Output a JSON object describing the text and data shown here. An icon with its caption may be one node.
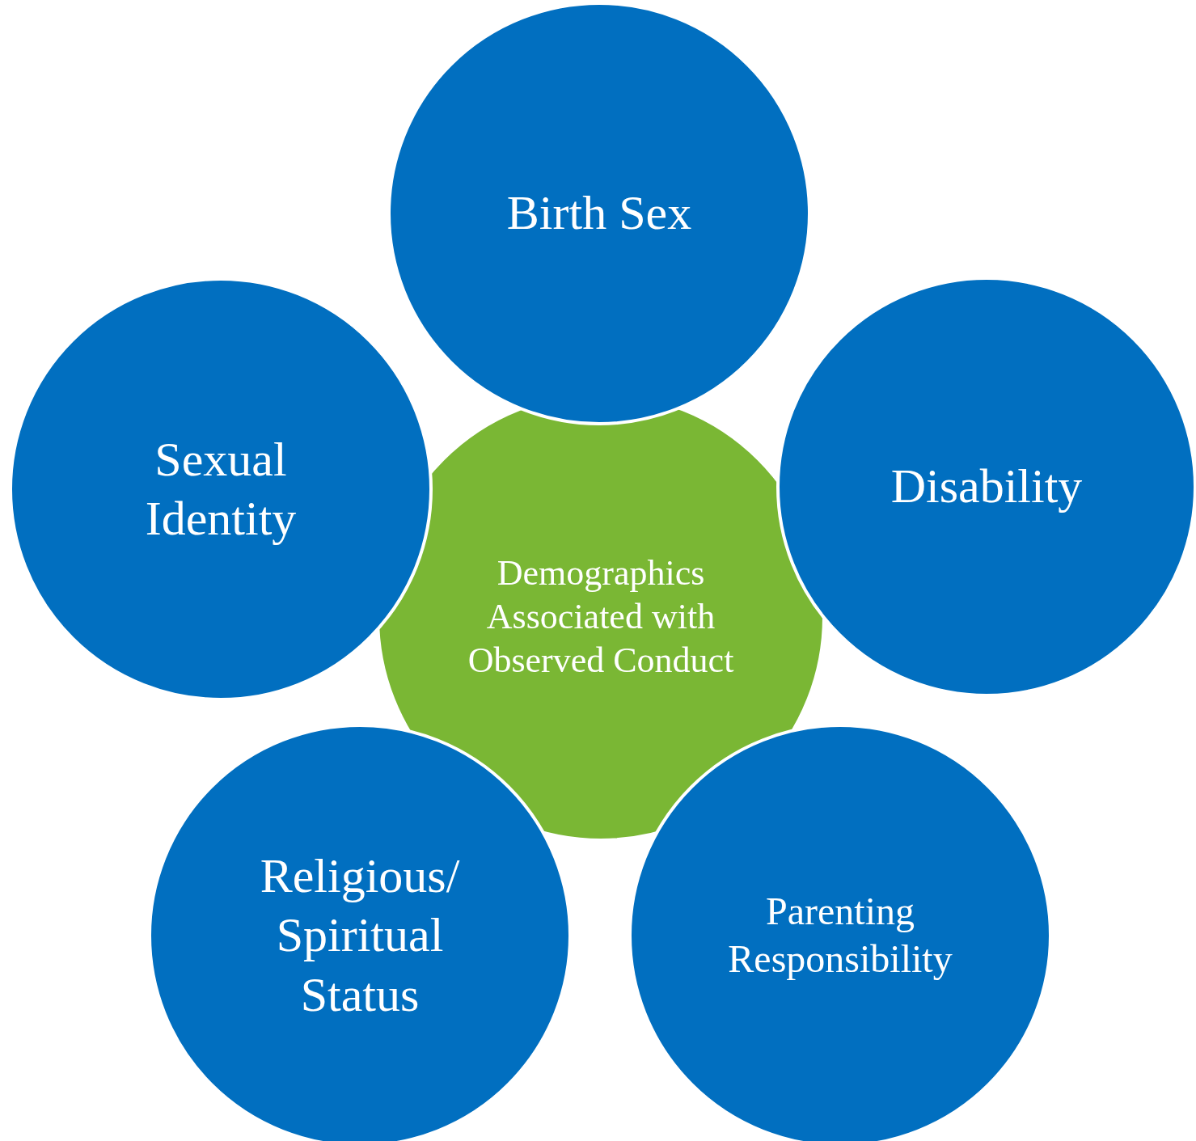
{
  "diagram": {
    "nodes": [
      {
        "text": [
          "Demographics Associated with Observed Conduct"
        ]
      },
      {
        "text": [
          "Birth Sex"
        ]
      },
      {
        "text": [
          "Sexual Identity"
        ]
      },
      {
        "text": [
          "Disability"
        ]
      },
      {
        "text": [
          "Religious/ Spiritual Status"
        ]
      },
      {
        "text": [
          "Parenting Responsibility"
        ]
      }
    ]
  }
}
